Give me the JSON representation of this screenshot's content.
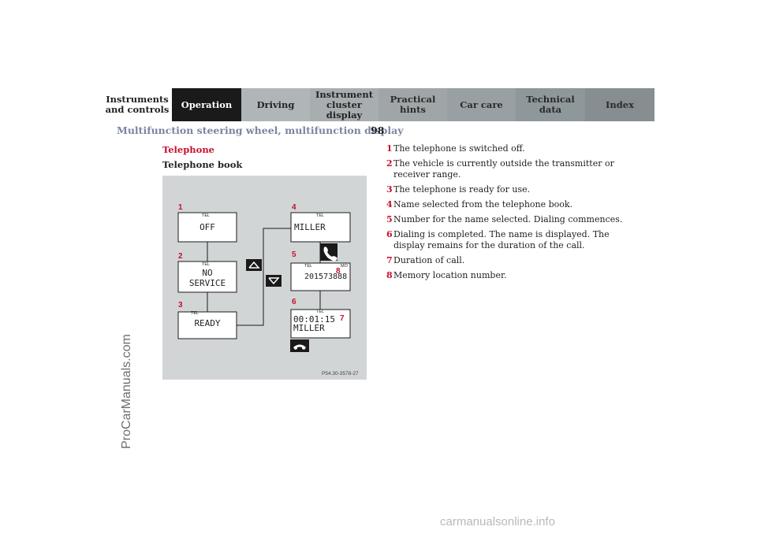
{
  "tabs": [
    {
      "label": "Instruments\nand controls",
      "style": "white"
    },
    {
      "label": "Operation",
      "style": "dark"
    },
    {
      "label": "Driving",
      "style": "grey"
    },
    {
      "label": "Instrument\ncluster display",
      "style": "grey2"
    },
    {
      "label": "Practical hints",
      "style": "grey3"
    },
    {
      "label": "Car care",
      "style": "grey4"
    },
    {
      "label": "Technical\ndata",
      "style": "grey5"
    },
    {
      "label": "Index",
      "style": "grey6"
    }
  ],
  "header": {
    "section": "Multifunction steering wheel, multifunction display",
    "page": "98"
  },
  "side_watermark": "ProCarManuals.com",
  "section_title": "Telephone",
  "subsection_title": "Telephone book",
  "figure": {
    "code": "P54.30-3578-27",
    "displays": [
      {
        "callout": "1",
        "tag": "TEL",
        "line1": "OFF",
        "line2": ""
      },
      {
        "callout": "2",
        "tag": "TEL",
        "line1": "NO",
        "line2": "SERVICE"
      },
      {
        "callout": "3",
        "tag": "TEL",
        "line1": "READY",
        "line2": ""
      },
      {
        "callout": "4",
        "tag": "TEL",
        "line1": "MILLER",
        "line2": ""
      },
      {
        "callout": "5",
        "tag": "TEL",
        "tag2": "MO",
        "line1": "201573888",
        "line2": "",
        "inner_callout": "8"
      },
      {
        "callout": "6",
        "tag": "TEL",
        "line1": "00:01:15",
        "line2": "MILLER",
        "inner_callout": "7"
      }
    ],
    "colors": {
      "bg": "#d2d5d6",
      "callout": "#c8102e",
      "button": "#1a1a1a"
    }
  },
  "items": [
    {
      "num": "1",
      "text": "The telephone is switched off."
    },
    {
      "num": "2",
      "text": "The vehicle is currently outside the transmitter or receiver range."
    },
    {
      "num": "3",
      "text": "The telephone is ready for use."
    },
    {
      "num": "4",
      "text": "Name selected from the telephone book."
    },
    {
      "num": "5",
      "text": "Number for the name selected. Dialing commences."
    },
    {
      "num": "6",
      "text": "Dialing is completed. The name is displayed. The display remains for the duration of the call."
    },
    {
      "num": "7",
      "text": "Duration of call."
    },
    {
      "num": "8",
      "text": "Memory location number."
    }
  ],
  "footer": "carmanualsonline.info"
}
